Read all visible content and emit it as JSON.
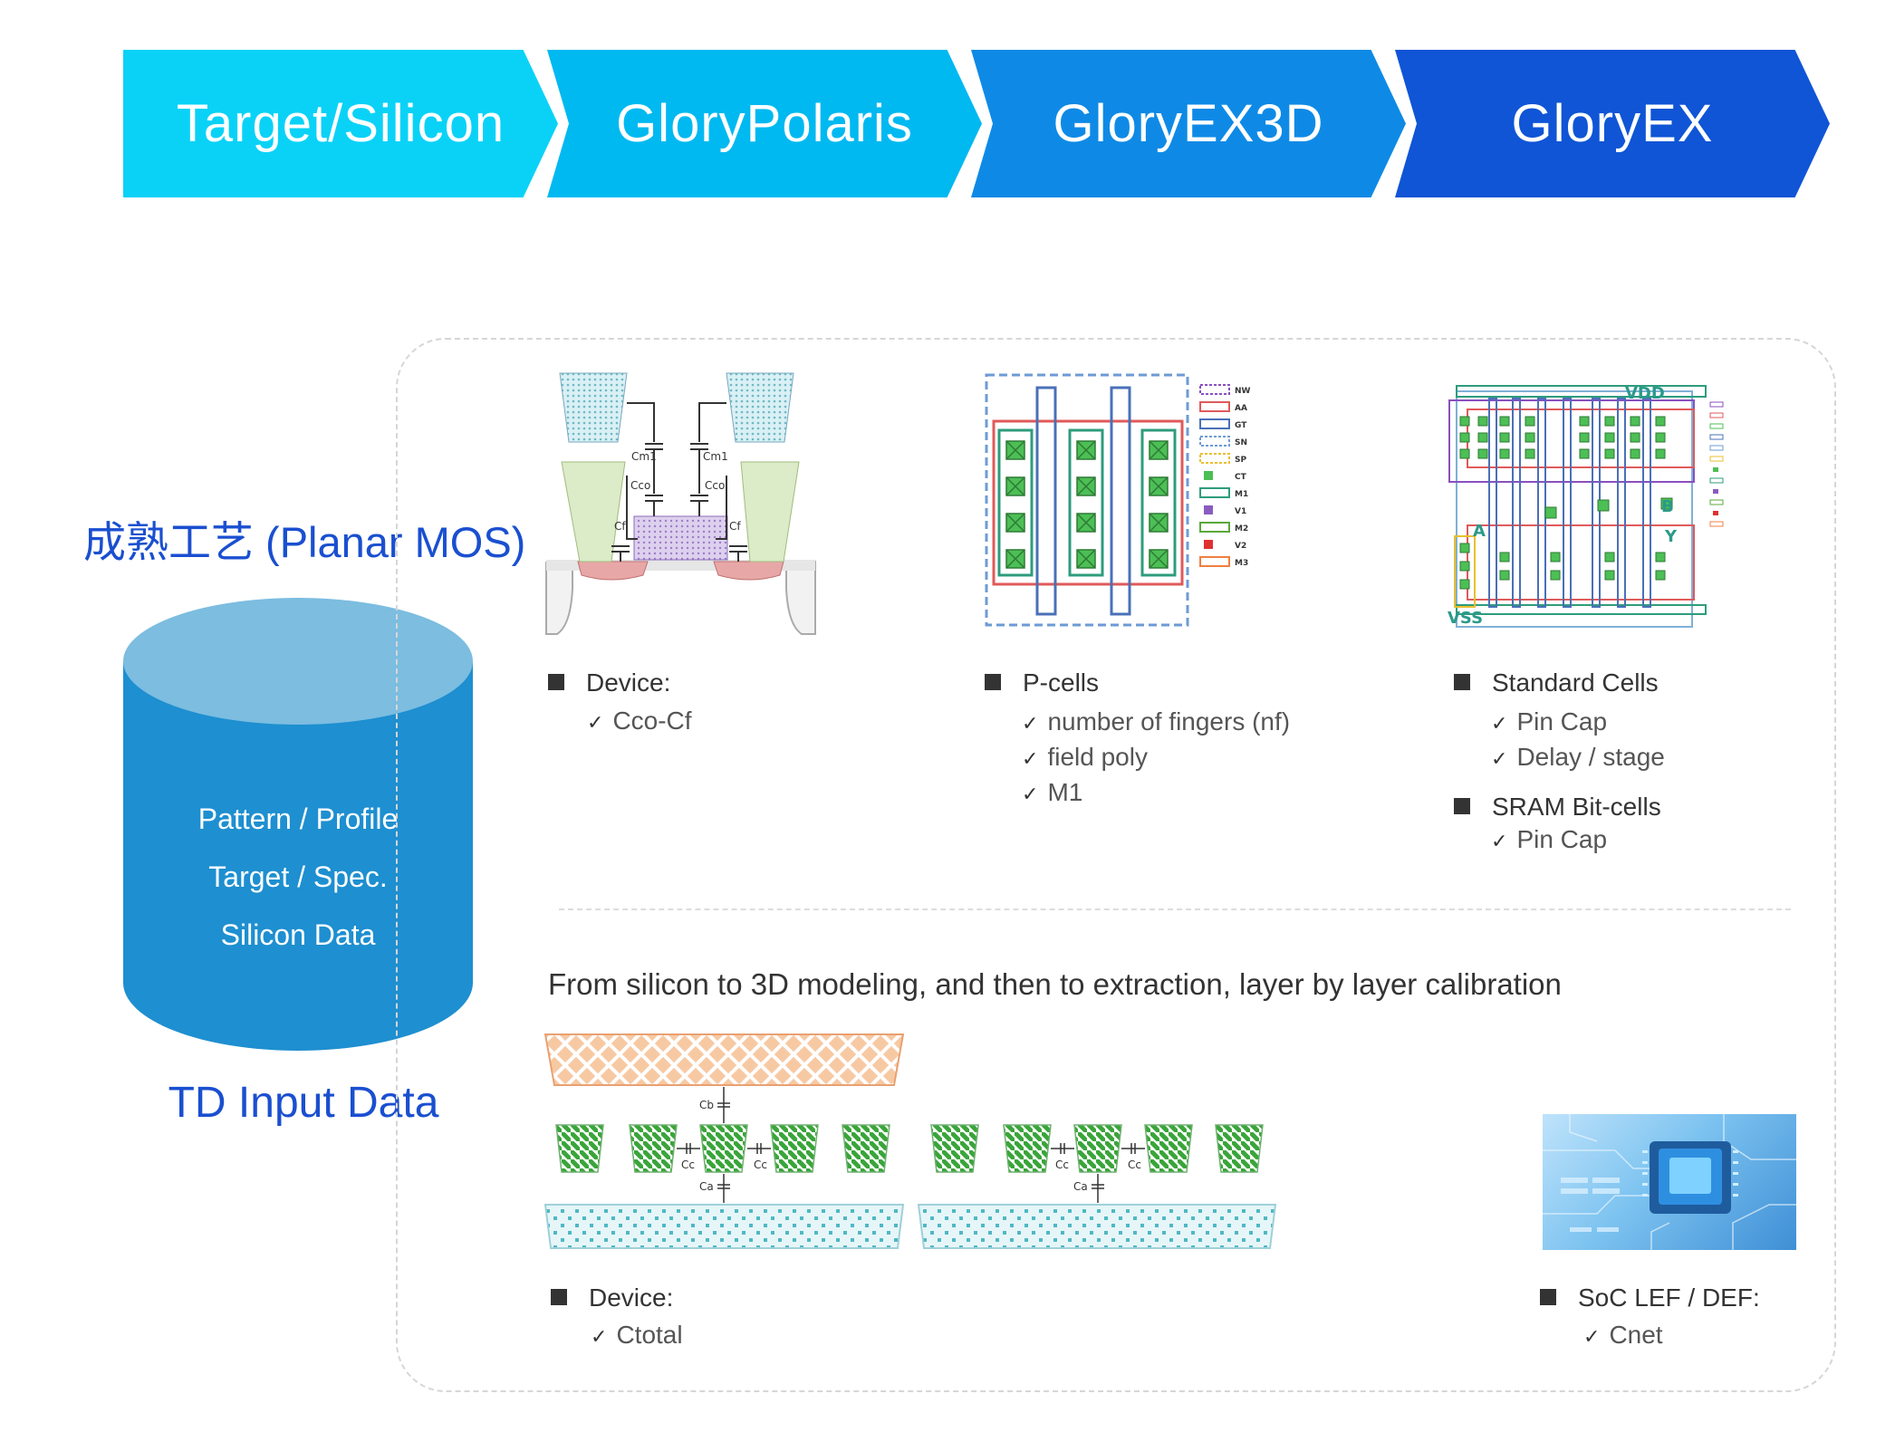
{
  "ribbon": {
    "steps": [
      "Target/Silicon",
      "GloryPolaris",
      "GloryEX3D",
      "GloryEX"
    ],
    "colors": [
      "#0ad2f7",
      "#00b9f1",
      "#0e8ae6",
      "#0f55d6"
    ]
  },
  "process_title": "成熟工艺 (Planar MOS)",
  "database": {
    "lines": [
      "Pattern / Profile",
      "Target / Spec.",
      "Silicon Data"
    ],
    "title": "TD Input Data",
    "color": "#1e8fd0"
  },
  "section_device": {
    "label": "Device:",
    "checks": [
      "Cco-Cf"
    ],
    "cap_labels": [
      "Cm1",
      "Cm1",
      "Cco",
      "Cco",
      "Cf",
      "Cf"
    ]
  },
  "section_pcells": {
    "label": "P-cells",
    "checks": [
      "number of fingers (nf)",
      "field poly",
      "M1"
    ],
    "legend": [
      "NW",
      "AA",
      "GT",
      "SN",
      "SP",
      "CT",
      "M1",
      "V1",
      "M2",
      "V2",
      "M3"
    ]
  },
  "section_stdcells": {
    "label1": "Standard Cells",
    "checks1": [
      "Pin Cap",
      "Delay / stage"
    ],
    "label2": "SRAM Bit-cells",
    "checks2": [
      "Pin Cap"
    ],
    "pins": [
      "VDD",
      "VSS",
      "A",
      "B",
      "Y"
    ]
  },
  "caption": "From silicon to 3D modeling, and then to extraction, layer by layer calibration",
  "cross_section": {
    "labels_left": [
      "Cb",
      "Cc",
      "Cc",
      "Ca"
    ],
    "labels_right": [
      "Cc",
      "Cc",
      "Ca"
    ]
  },
  "bottom_device": {
    "label": "Device:",
    "checks": [
      "Ctotal"
    ]
  },
  "bottom_soc": {
    "label": "SoC LEF / DEF:",
    "checks": [
      "Cnet"
    ]
  }
}
